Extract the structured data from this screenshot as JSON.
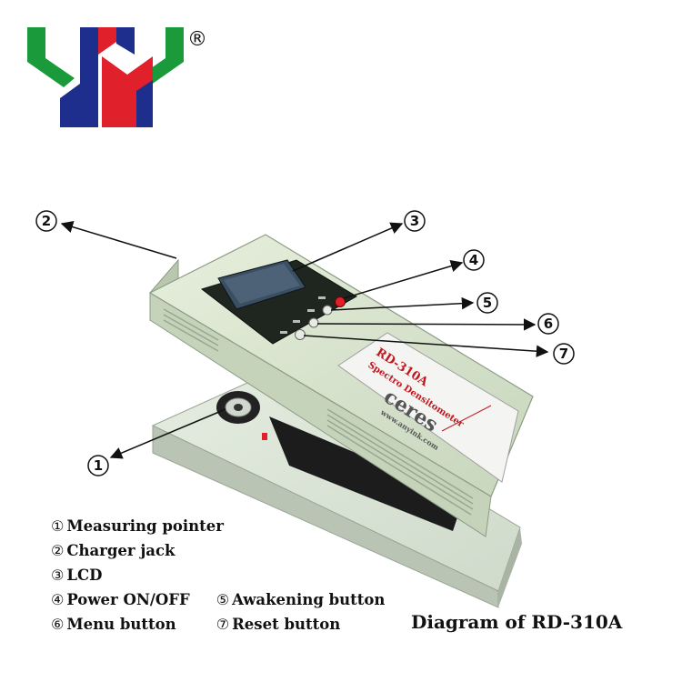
{
  "logo": {
    "text": "YY",
    "registered_mark": "®",
    "colors": {
      "green": "#1a9a3a",
      "red": "#e0202a",
      "blue": "#1e2e8c"
    }
  },
  "device": {
    "model_label": "RD-310A",
    "type_label": "Spectro Densitometer",
    "brand": "ceres",
    "website": "www.anyink.com"
  },
  "callouts": [
    {
      "num": "1",
      "name": "Measuring pointer"
    },
    {
      "num": "2",
      "name": "Charger jack"
    },
    {
      "num": "3",
      "name": "LCD"
    },
    {
      "num": "4",
      "name": "Power ON/OFF"
    },
    {
      "num": "5",
      "name": "Awakening button"
    },
    {
      "num": "6",
      "name": "Menu button"
    },
    {
      "num": "7",
      "name": "Reset button"
    }
  ],
  "legend_symbols": [
    "①",
    "②",
    "③",
    "④",
    "⑤",
    "⑥",
    "⑦"
  ],
  "caption": "Diagram of RD-310A"
}
